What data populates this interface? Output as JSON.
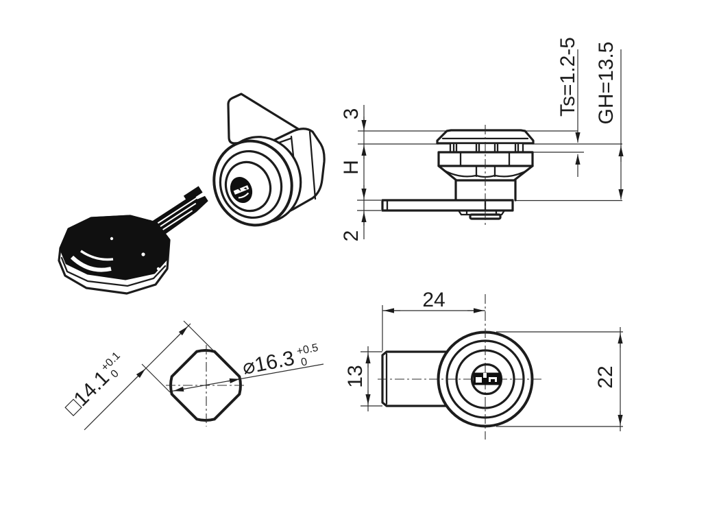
{
  "colors": {
    "line": "#1c1c1c",
    "background": "#ffffff"
  },
  "side_view": {
    "dim_head_height": "3",
    "dim_body_height": "H",
    "dim_cam_thickness": "2",
    "dim_panel_thickness": "Ts=1.2-5",
    "dim_grip_height": "GH=13.5"
  },
  "front_view": {
    "dim_width": "24",
    "dim_tab_height": "13",
    "dim_outer_diameter": "22"
  },
  "section_view": {
    "dim_square": "□14.1",
    "square_tol_upper": "+0.1",
    "square_tol_lower": "0",
    "dim_diameter": "⌀16.3",
    "dia_tol_upper": "+0.5",
    "dia_tol_lower": "0"
  },
  "iso_view": {
    "icon": "cam-lock-with-key-icon"
  }
}
